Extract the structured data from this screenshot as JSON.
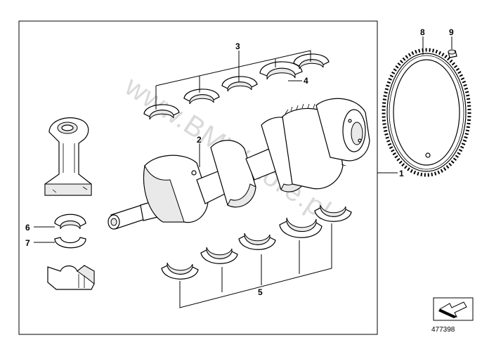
{
  "diagram": {
    "callouts": {
      "c1": "1",
      "c2": "2",
      "c3": "3",
      "c4": "4",
      "c5": "5",
      "c6": "6",
      "c7": "7",
      "c8": "8",
      "c9": "9"
    },
    "watermark": "www.BMWstore.pl",
    "diagram_id": "477398"
  }
}
